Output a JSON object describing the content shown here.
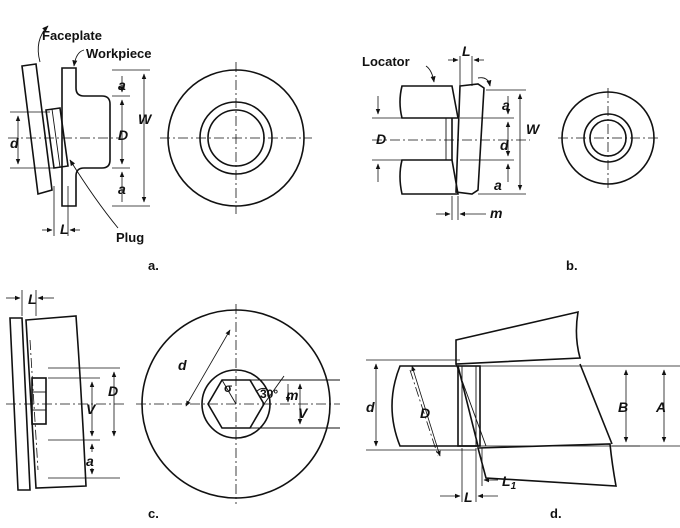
{
  "panels": {
    "a": {
      "caption": "a.",
      "labels": {
        "faceplate": "Faceplate",
        "workpiece": "Workpiece",
        "plug": "Plug"
      },
      "dims": {
        "a_top": "a",
        "a_bottom": "a",
        "W": "W",
        "D": "D",
        "d": "d",
        "L": "L"
      }
    },
    "b": {
      "caption": "b.",
      "labels": {
        "locator": "Locator"
      },
      "dims": {
        "L": "L",
        "a_top": "a",
        "a_bottom": "a",
        "W": "W",
        "D": "D",
        "d": "d",
        "m": "m"
      }
    },
    "c": {
      "caption": "c.",
      "dims": {
        "L": "L",
        "D": "D",
        "V_left": "V",
        "a": "a",
        "d": "d",
        "sigma": "σ",
        "angle": "30°",
        "m": "m",
        "V_right": "V"
      }
    },
    "d": {
      "caption": "d.",
      "dims": {
        "d": "d",
        "D": "D",
        "B": "B",
        "A": "A",
        "L": "L",
        "L1": "L",
        "L1_sub": "1"
      }
    }
  }
}
